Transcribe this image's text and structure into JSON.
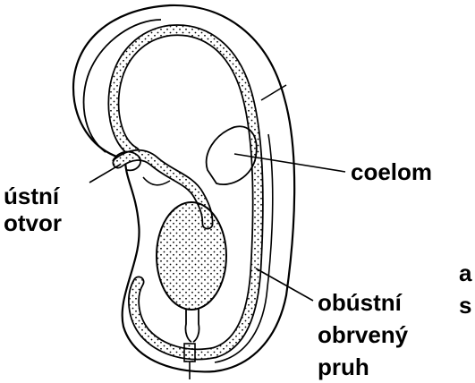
{
  "labels": {
    "mouth_line1": "ústní",
    "mouth_line2": "otvor",
    "coelom": "coelom",
    "band_line1": "obústní",
    "band_line2": "obrvený",
    "band_line3": "pruh",
    "cut_line1": "a",
    "cut_line2": "s"
  },
  "colors": {
    "ink": "#000000",
    "background": "#ffffff"
  }
}
